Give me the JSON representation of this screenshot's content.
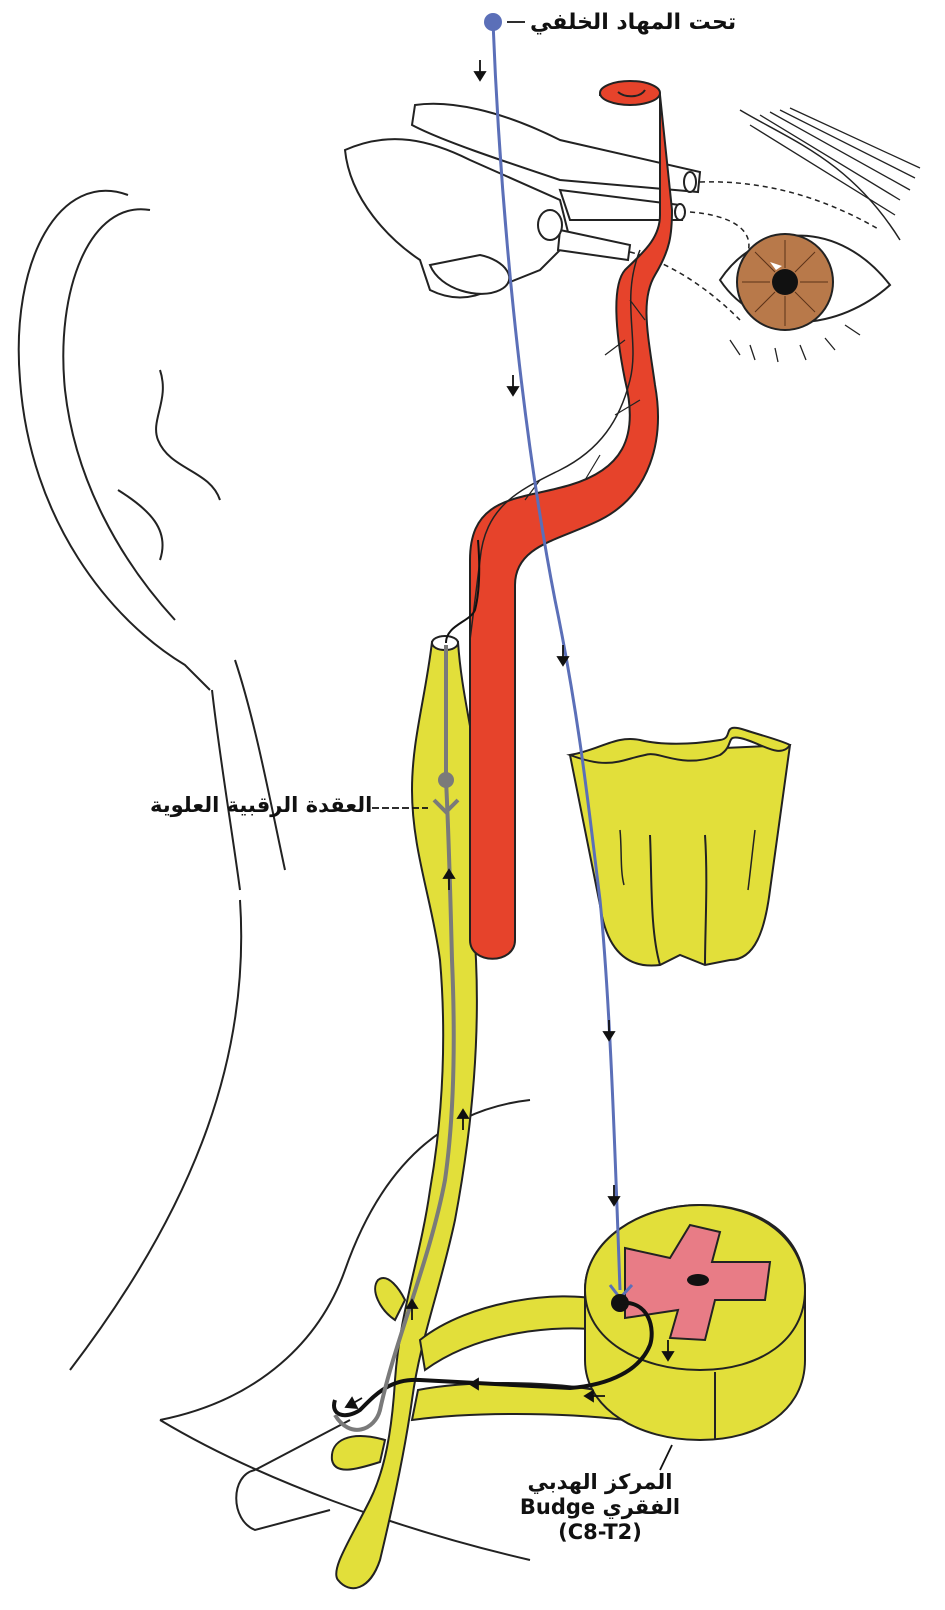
{
  "diagram": {
    "labels": {
      "hypothalamus": "تحت المهاد الخلفي",
      "superior_ganglion": "العقدة الرقبية العلوية",
      "budge_center_line1": "المركز الهدبي",
      "budge_center_line2": "الفقري Budge",
      "budge_center_line3": "(C8-T2)"
    },
    "colors": {
      "first_order_neuron": "#5b6fb8",
      "carotid_artery": "#e6432b",
      "sympathetic_chain": "#e2df3a",
      "spinal_gray_matter": "#e87c86",
      "third_order_neuron": "#7a7a7a",
      "second_order_neuron": "#111111",
      "iris": "#b8794a"
    }
  }
}
